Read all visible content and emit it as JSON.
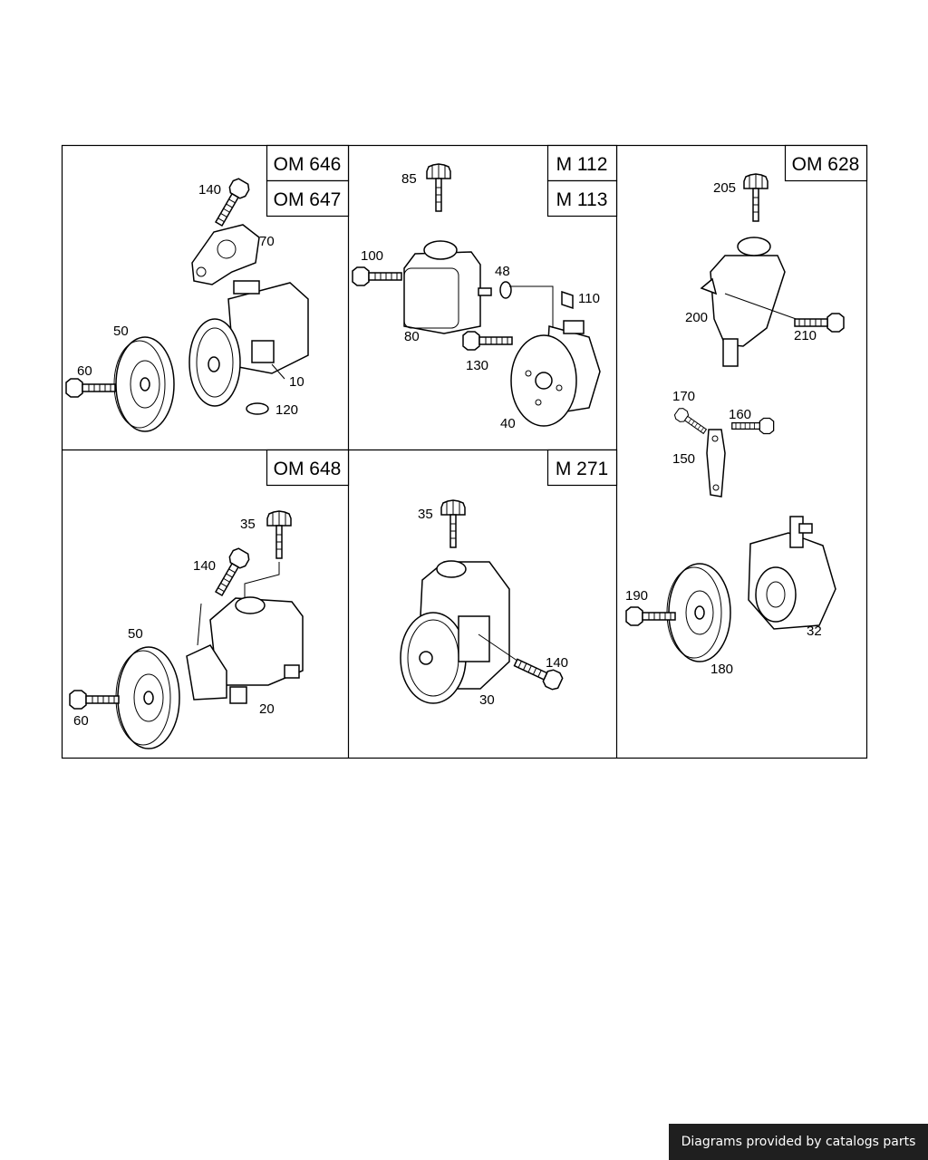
{
  "sections": [
    {
      "engines": [
        "OM 646",
        "OM 647"
      ],
      "labels": [
        "140",
        "70",
        "50",
        "60",
        "10",
        "120"
      ]
    },
    {
      "engines": [
        "M 112",
        "M 113"
      ],
      "labels": [
        "85",
        "100",
        "48",
        "110",
        "80",
        "130",
        "40"
      ]
    },
    {
      "engines": [
        "OM 628"
      ],
      "labels": [
        "205",
        "200",
        "210",
        "170",
        "160",
        "150",
        "190",
        "180",
        "32"
      ]
    },
    {
      "engines": [
        "OM 648"
      ],
      "labels": [
        "35",
        "140",
        "50",
        "60",
        "20"
      ]
    },
    {
      "engines": [
        "M 271"
      ],
      "labels": [
        "35",
        "140",
        "30"
      ]
    }
  ],
  "footer": {
    "text": "Diagrams provided by catalogs parts"
  }
}
